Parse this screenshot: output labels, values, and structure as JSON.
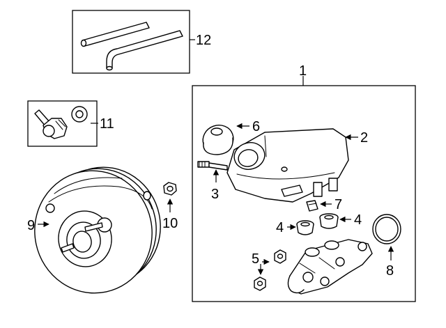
{
  "callouts": {
    "c1": "1",
    "c2": "2",
    "c3": "3",
    "c4a": "4",
    "c4b": "4",
    "c5": "5",
    "c6": "6",
    "c7": "7",
    "c8": "8",
    "c9": "9",
    "c10": "10",
    "c11": "11",
    "c12": "12"
  },
  "colors": {
    "line": "#000000",
    "background": "#ffffff"
  }
}
